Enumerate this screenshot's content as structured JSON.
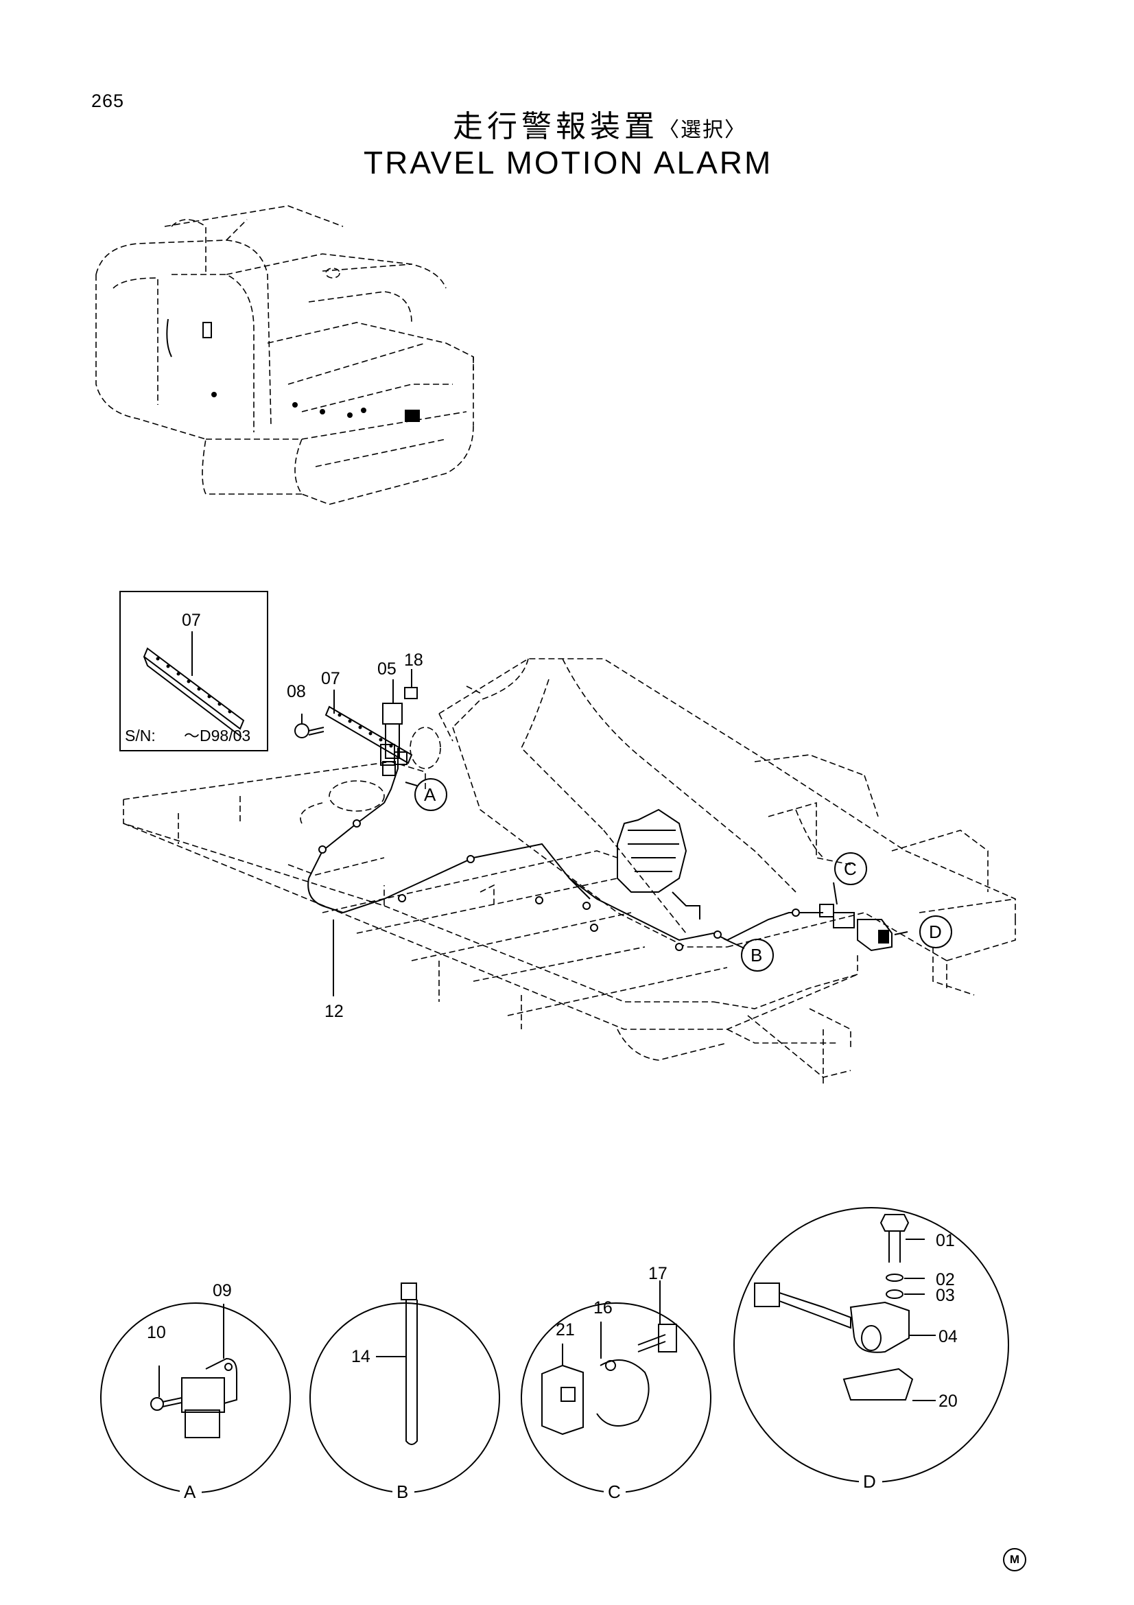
{
  "page_number": "265",
  "title_jp": "走行警報装置",
  "title_jp_note": "〈選択〉",
  "title_en": "TRAVEL MOTION ALARM",
  "inset": {
    "part": "07",
    "serial_prefix": "S/N:",
    "serial_range": "～D98/03"
  },
  "main_callouts": {
    "p08": "08",
    "p07": "07",
    "p05": "05",
    "p18": "18",
    "p12": "12",
    "view_a": "A",
    "view_b": "B",
    "view_c": "C",
    "view_d": "D"
  },
  "detail_a": {
    "label": "A",
    "p09": "09",
    "p10": "10"
  },
  "detail_b": {
    "label": "B",
    "p14": "14"
  },
  "detail_c": {
    "label": "C",
    "p17": "17",
    "p16": "16",
    "p21": "21"
  },
  "detail_d": {
    "label": "D",
    "p01": "01",
    "p02": "02",
    "p03": "03",
    "p04": "04",
    "p20": "20"
  },
  "footer_mark": "M"
}
